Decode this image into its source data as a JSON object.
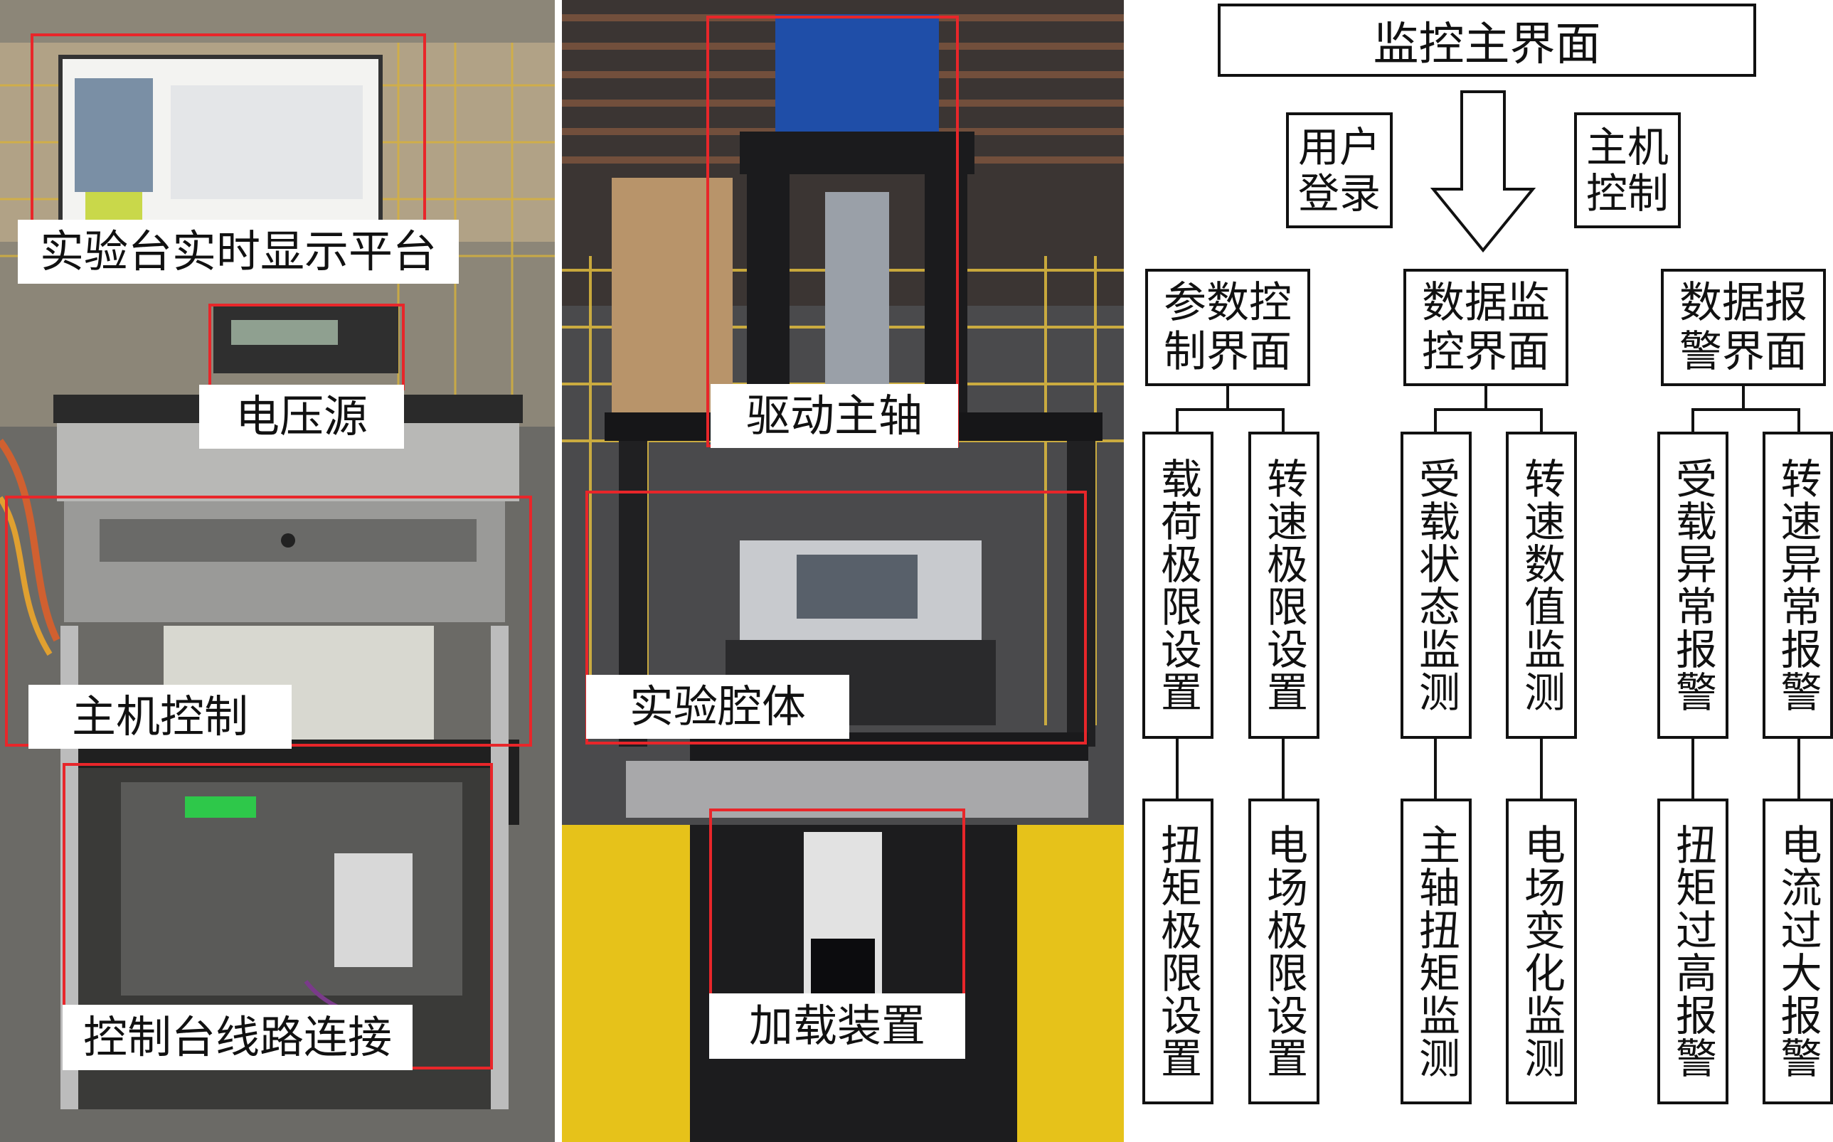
{
  "photo_labels": {
    "display_platform": "实验台实时显示平台",
    "voltage_source": "电压源",
    "host_control": "主机控制",
    "console_wiring": "控制台线路连接",
    "drive_spindle": "驱动主轴",
    "test_chamber": "实验腔体",
    "loading_device": "加载装置"
  },
  "flowchart": {
    "main_interface": "监控主界面",
    "user_login": "用户登录",
    "host_control": "主机控制",
    "sections": [
      {
        "title": "参数控制界面",
        "items": [
          "载荷极限设置",
          "转速极限设置",
          "扭矩极限设置",
          "电场极限设置"
        ]
      },
      {
        "title": "数据监控界面",
        "items": [
          "受载状态监测",
          "转速数值监测",
          "主轴扭矩监测",
          "电场变化监测"
        ]
      },
      {
        "title": "数据报警界面",
        "items": [
          "受载异常报警",
          "转速异常报警",
          "扭矩过高报警",
          "电流过大报警"
        ]
      }
    ]
  },
  "colors": {
    "highlight": "#e8262a",
    "frame": "#f2c200"
  }
}
